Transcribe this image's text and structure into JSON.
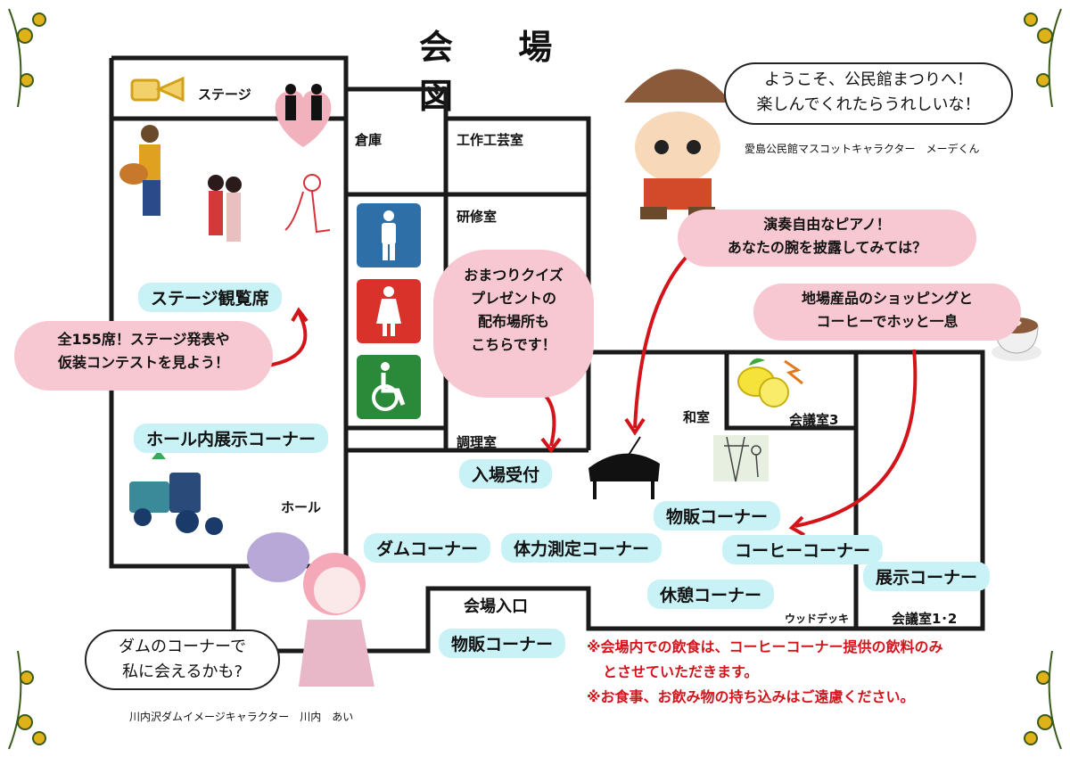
{
  "map_title": "会 場 図",
  "rooms": {
    "stage": "ステージ",
    "storage": "倉庫",
    "crafts": "工作工芸室",
    "training": "研修室",
    "cooking": "調理室",
    "japanese": "和室",
    "meeting3": "会議室3",
    "hall": "ホール",
    "wood_deck": "ウッドデッキ",
    "meeting12": "会議室1･2",
    "entrance": "会場入口"
  },
  "corners": {
    "stage_seats": "ステージ観覧席",
    "hall_exhibit": "ホール内展示コーナー",
    "reception": "入場受付",
    "sales1": "物販コーナー",
    "dam": "ダムコーナー",
    "fitness": "体力測定コーナー",
    "coffee": "コーヒーコーナー",
    "exhibit": "展示コーナー",
    "rest": "休憩コーナー",
    "sales2": "物販コーナー"
  },
  "bubbles": {
    "welcome_line1": "ようこそ、公民館まつりへ！",
    "welcome_line2": "楽しんでくれたらうれしいな！",
    "mascot_caption": "愛島公民館マスコットキャラクター　メーデくん",
    "piano_line1": "演奏自由なピアノ！",
    "piano_line2": "あなたの腕を披露してみては？",
    "shopping_line1": "地場産品のショッピングと",
    "shopping_line2": "コーヒーでホッと一息",
    "quiz_line1": "おまつりクイズ",
    "quiz_line2": "プレゼントの",
    "quiz_line3": "配布場所も",
    "quiz_line4": "こちらです！",
    "seats_line1": "全155席！ステージ発表や",
    "seats_line2": "仮装コンテストを見よう！",
    "dam_line1": "ダムのコーナーで",
    "dam_line2": "私に会えるかも?",
    "dam_caption": "川内沢ダムイメージキャラクター　川内　あい"
  },
  "notes": {
    "line1": "※会場内での飲食は、コーヒーコーナー提供の飲料のみ",
    "line2": "とさせていただきます。",
    "line3": "※お食事、お飲み物の持ち込みはご遠慮ください。"
  },
  "icons": {
    "men_toilet": "men-restroom-icon",
    "women_toilet": "women-restroom-icon",
    "accessible_toilet": "wheelchair-icon",
    "piano": "grand-piano-icon"
  },
  "colors": {
    "pill": "#c8f2f6",
    "pink_bubble": "#f7c8d2",
    "arrow": "#d4141b",
    "men": "#2f6fa8",
    "women": "#d9322a",
    "accessible": "#2a8a3a"
  }
}
